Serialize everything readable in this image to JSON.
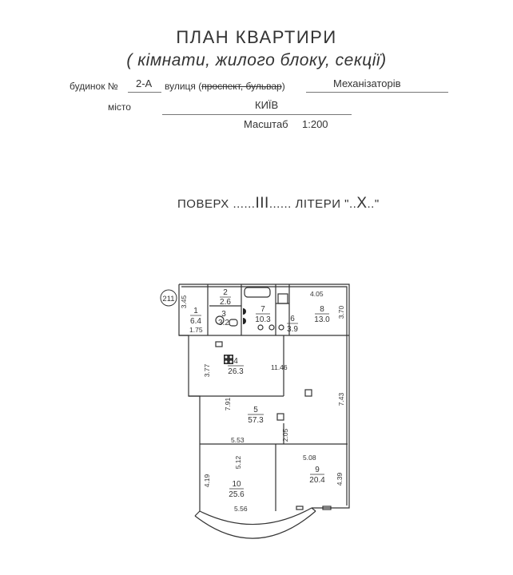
{
  "header": {
    "title": "ПЛАН   КВАРТИРИ",
    "subtitle": "( кімнати, жилого  блоку, секції)"
  },
  "fields": {
    "building_label": "будинок №",
    "building_value": "2-А",
    "street_label_prefix": "вулиця (",
    "street_label_strike": "проспект, бульвар",
    "street_label_suffix": ")",
    "street_value": "Механізаторів",
    "city_label": "місто",
    "city_value": "КИЇВ",
    "scale_label": "Масштаб",
    "scale_value": "1:200"
  },
  "floor": {
    "prefix": "ПОВЕРХ ",
    "dots1": "......",
    "number": "III",
    "dots2": "......",
    "middle": " ЛІТЕРИ \"..",
    "letter": "Х",
    "suffix": "..\""
  },
  "plan": {
    "ref_number": "211",
    "rooms": [
      {
        "number": "1",
        "area": "6.4"
      },
      {
        "number": "2",
        "area": "2.6"
      },
      {
        "number": "3",
        "area": "3.2"
      },
      {
        "number": "4",
        "area": "26.3"
      },
      {
        "number": "5",
        "area": "57.3"
      },
      {
        "number": "6",
        "area": "3.9"
      },
      {
        "number": "7",
        "area": "10.3"
      },
      {
        "number": "8",
        "area": "13.0"
      },
      {
        "number": "9",
        "area": "20.4"
      },
      {
        "number": "10",
        "area": "25.6"
      }
    ],
    "dimensions": [
      "3.45",
      "1.75",
      "4.05",
      "3.70",
      "3.77",
      "11.46",
      "7.91",
      "7.43",
      "2.05",
      "5.53",
      "5.08",
      "5.12",
      "4.19",
      "4.39",
      "5.56"
    ]
  }
}
